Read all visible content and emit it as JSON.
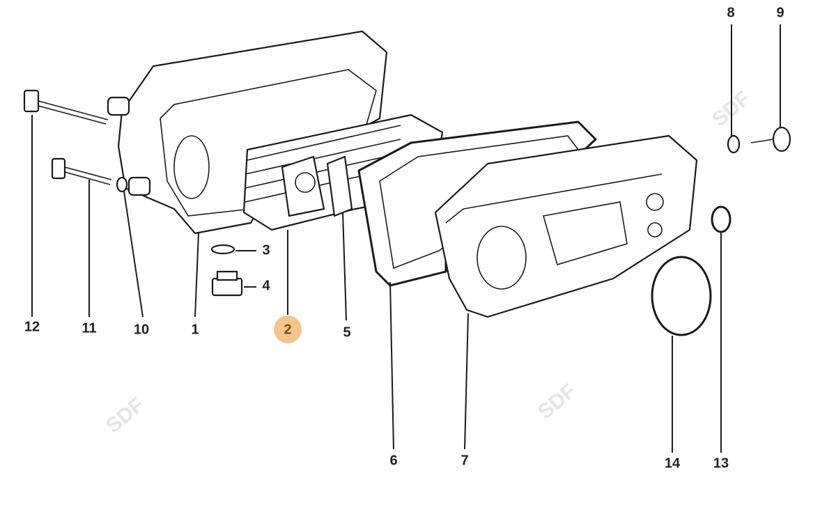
{
  "diagram": {
    "highlight_color": "#f5c48f",
    "highlight_text_color": "#7a4a1a",
    "watermark": "SDF",
    "highlighted_label": "2",
    "callouts": [
      "12",
      "11",
      "10",
      "1",
      "2",
      "5",
      "6",
      "7",
      "14",
      "13",
      "8",
      "9",
      "3",
      "4"
    ]
  }
}
